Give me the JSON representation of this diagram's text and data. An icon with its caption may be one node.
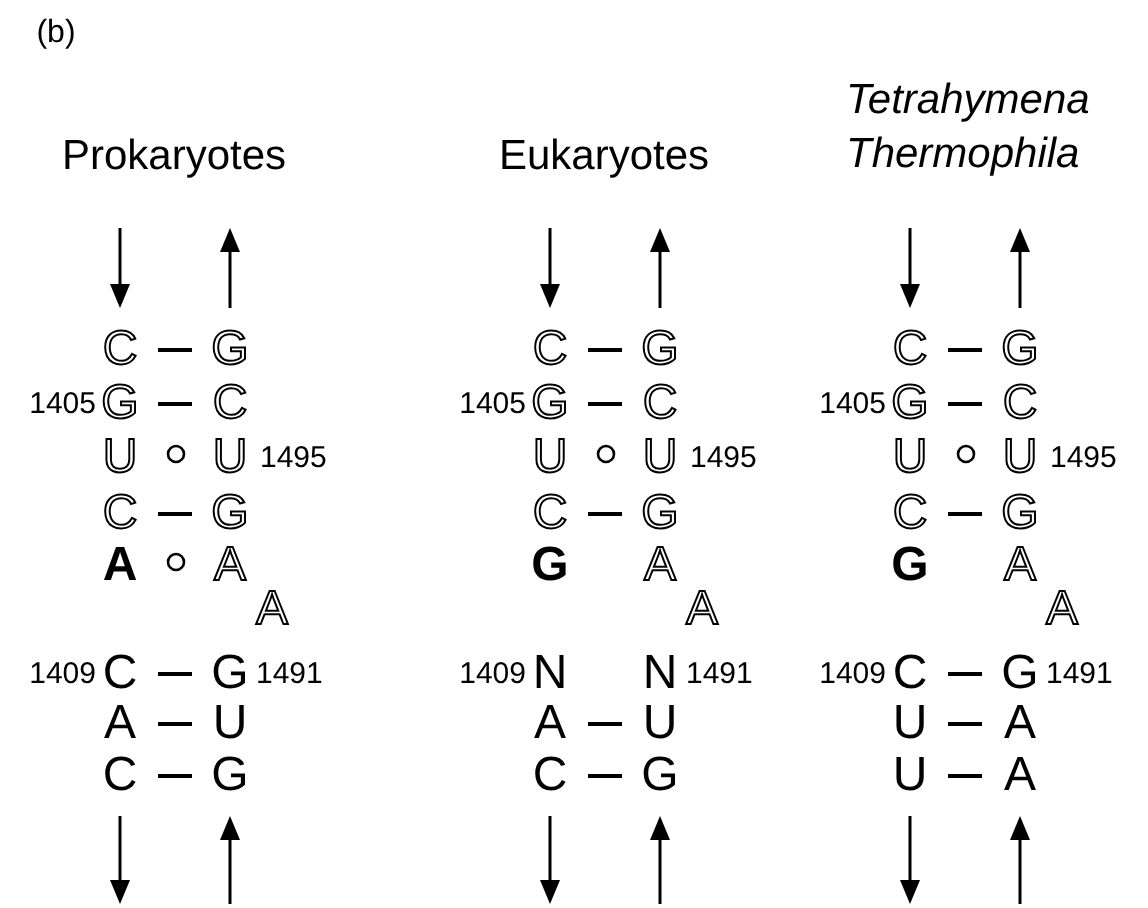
{
  "diagram": {
    "labels": [
      "(b)",
      "Prokaryotes",
      "C",
      "G",
      "1405",
      "G",
      "C",
      "U",
      "U",
      "1495",
      "C",
      "G",
      "A",
      "A",
      "A",
      "1409",
      "C",
      "G",
      "1491",
      "A",
      "U",
      "C",
      "G",
      "Eukaryotes",
      "C",
      "G",
      "1405",
      "G",
      "C",
      "U",
      "U",
      "1495",
      "C",
      "G",
      "G",
      "A",
      "A",
      "1409",
      "N",
      "N",
      "1491",
      "A",
      "U",
      "C",
      "G",
      "Tetrahymena Thermophila",
      "C",
      "G",
      "1405",
      "G",
      "C",
      "U",
      "U",
      "1495",
      "C",
      "G",
      "G",
      "A",
      "A",
      "1409",
      "C",
      "G",
      "1491",
      "U",
      "A",
      "U",
      "A"
    ]
  }
}
